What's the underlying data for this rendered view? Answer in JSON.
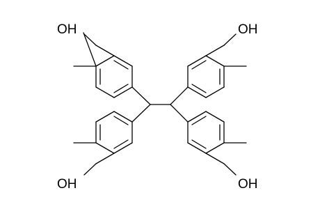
{
  "diagram": {
    "type": "skeletal chemical structure",
    "atom_labels": {
      "hydroxyl_top_left": "OH",
      "hydroxyl_top_right": "OH",
      "hydroxyl_bottom_left": "OH",
      "hydroxyl_bottom_right": "OH"
    },
    "colors": {
      "background": "#ffffff",
      "bonds": "#000000"
    }
  }
}
